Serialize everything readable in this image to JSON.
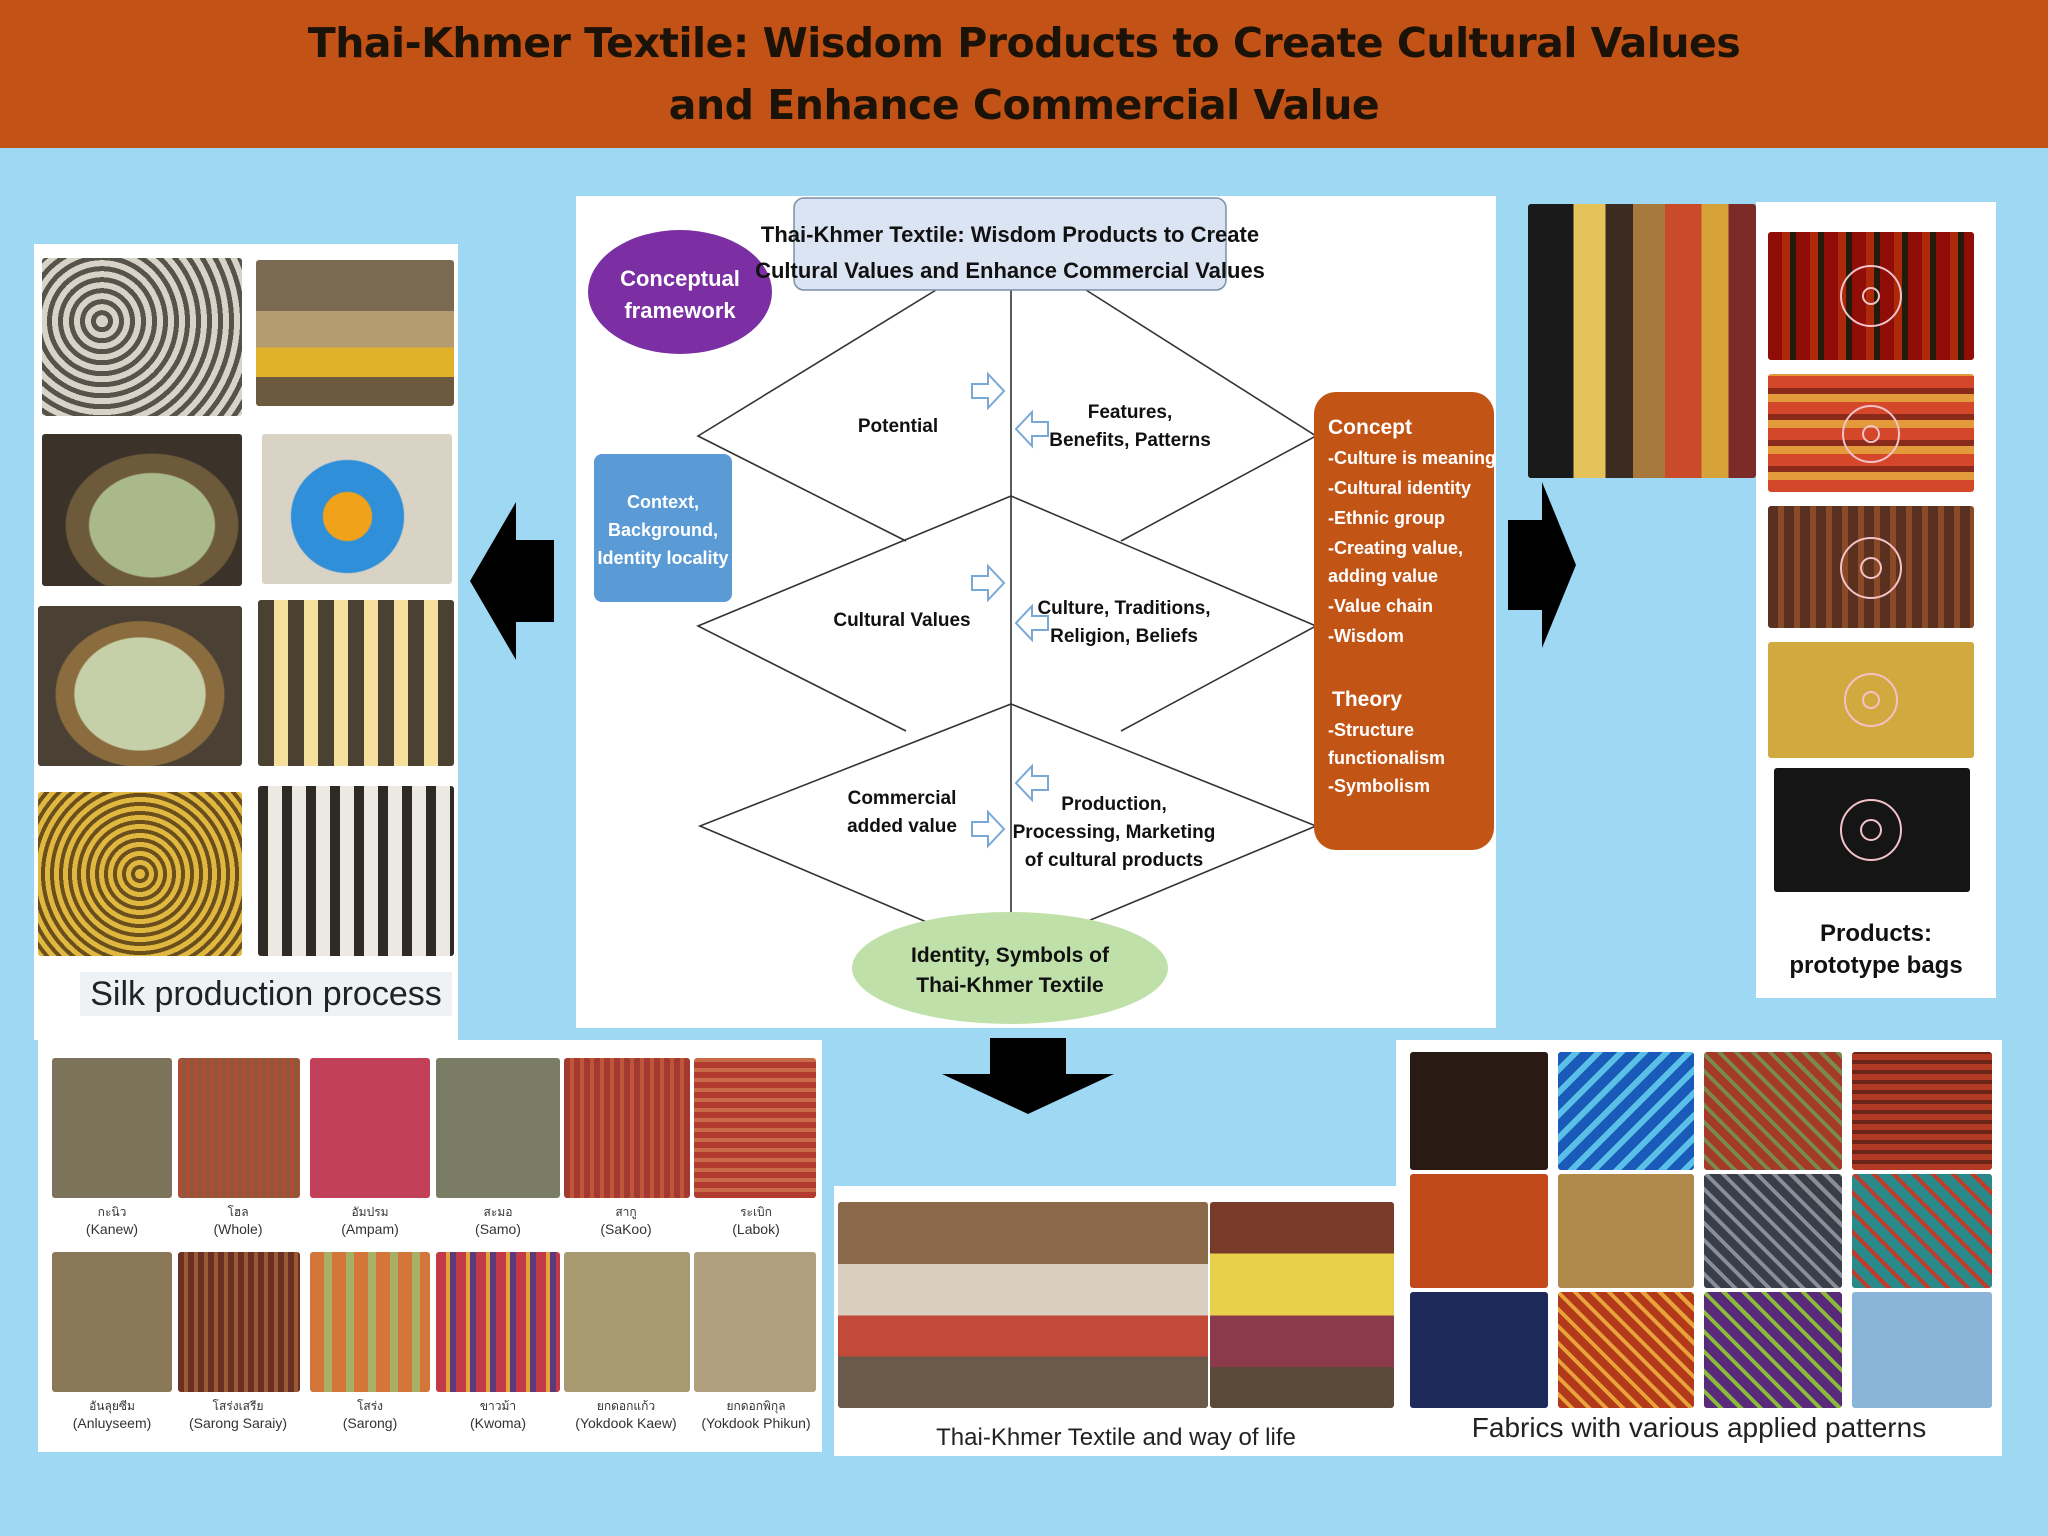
{
  "banner": {
    "line1": "Thai-Khmer Textile: Wisdom Products to Create Cultural Values",
    "line2": "and Enhance Commercial Value"
  },
  "diagram": {
    "badge": [
      "Conceptual",
      "framework"
    ],
    "title": [
      "Thai-Khmer Textile: Wisdom Products to Create",
      "Cultural Values and Enhance Commercial Values"
    ],
    "context": [
      "Context,",
      "Background,",
      "Identity locality"
    ],
    "rows": [
      {
        "left": [
          "Potential"
        ],
        "right": [
          "Features,",
          "Benefits, Patterns"
        ]
      },
      {
        "left": [
          "Cultural Values"
        ],
        "right": [
          "Culture, Traditions,",
          "Religion, Beliefs"
        ]
      },
      {
        "left": [
          "Commercial",
          "added value"
        ],
        "right": [
          "Production,",
          "Processing, Marketing",
          "of cultural products"
        ]
      }
    ],
    "concept_title": "Concept",
    "concept_items": [
      "-Culture is meaning",
      "-Cultural identity",
      "-Ethnic group",
      "-Creating value,",
      "adding value",
      "-Value chain",
      "-Wisdom"
    ],
    "theory_title": "Theory",
    "theory_items": [
      "-Structure",
      "functionalism",
      "-Symbolism"
    ],
    "identity": [
      "Identity, Symbols of",
      "Thai-Khmer Textile"
    ]
  },
  "silk": {
    "caption": "Silk production process"
  },
  "products": {
    "caption": [
      "Products:",
      "prototype bags"
    ]
  },
  "swatches": [
    {
      "th": "กะนิว",
      "en": "(Kanew)"
    },
    {
      "th": "โฮล",
      "en": "(Whole)"
    },
    {
      "th": "อัมปรม",
      "en": "(Ampam)"
    },
    {
      "th": "สะมอ",
      "en": "(Samo)"
    },
    {
      "th": "สากู",
      "en": "(SaKoo)"
    },
    {
      "th": "ระเบิก",
      "en": "(Labok)"
    },
    {
      "th": "อันลุยซีม",
      "en": "(Anluyseem)"
    },
    {
      "th": "โสร่งเสรีย",
      "en": "(Sarong Saraiy)"
    },
    {
      "th": "โสร่ง",
      "en": "(Sarong)"
    },
    {
      "th": "ขาวม้า",
      "en": "(Kwoma)"
    },
    {
      "th": "ยกดอกแก้ว",
      "en": "(Yokdook Kaew)"
    },
    {
      "th": "ยกดอกพิกุล",
      "en": "(Yokdook Phikun)"
    }
  ],
  "life": {
    "caption": "Thai-Khmer Textile and way of life"
  },
  "fabrics": {
    "caption": "Fabrics with various applied patterns"
  }
}
